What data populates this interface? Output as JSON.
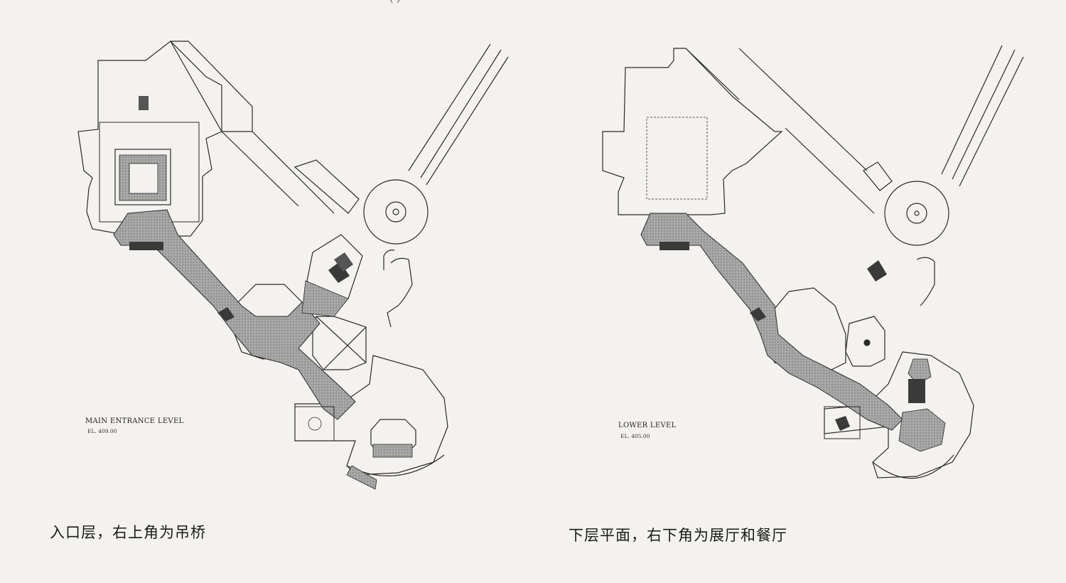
{
  "header": {
    "fragment": "(  )"
  },
  "plans": [
    {
      "level_title": "MAIN ENTRANCE LEVEL",
      "elevation": "EL. 409.00",
      "caption": "入口层，右上角为吊桥"
    },
    {
      "level_title": "LOWER LEVEL",
      "elevation": "EL. 405.00",
      "caption": "下层平面，右下角为展厅和餐厅"
    }
  ],
  "colors": {
    "paper": "#f4f2ee",
    "line": "#2a2a2a",
    "hatch_fill": "#9a9a9a",
    "dark_fill": "#3a3a3a"
  }
}
